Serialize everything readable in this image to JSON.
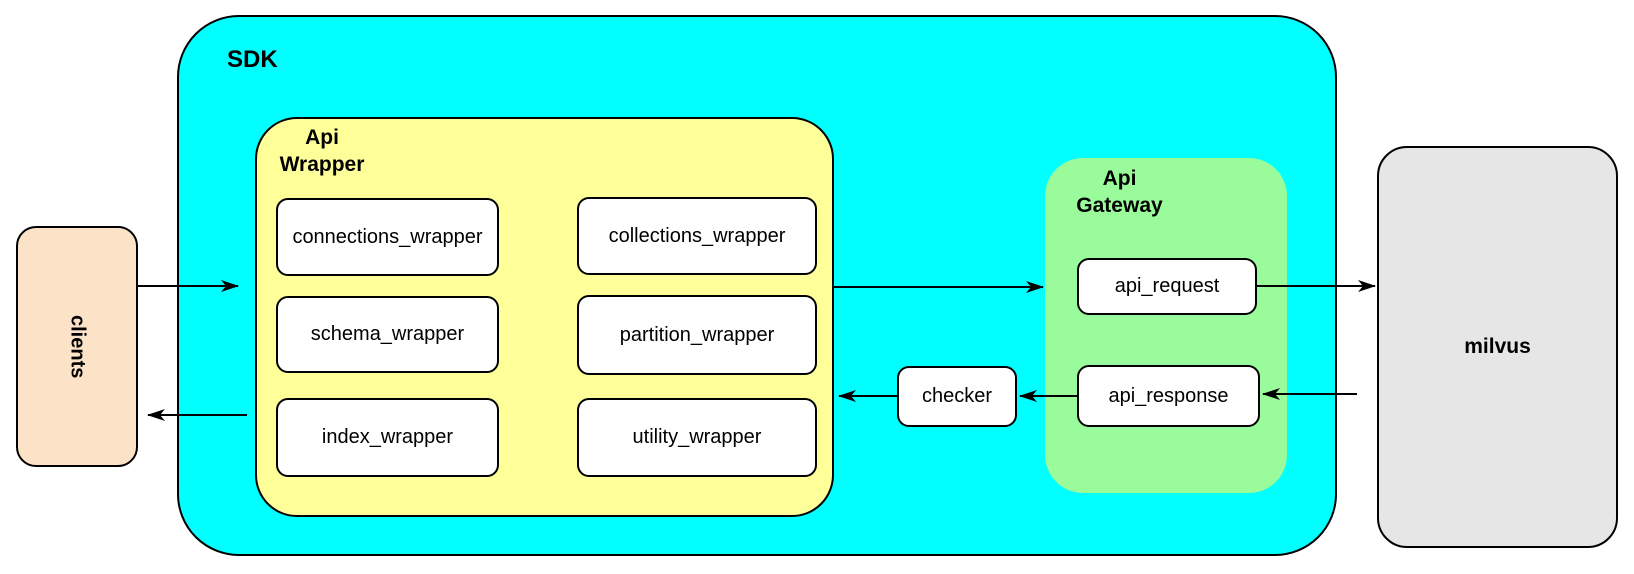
{
  "colors": {
    "sdk": "#00FFFF",
    "api_wrapper": "#FFFF99",
    "api_gateway": "#99FB99",
    "clients": "#FCE2C6",
    "milvus": "#E6E6E6",
    "leaf_box": "#FFFFFF",
    "line": "#000000"
  },
  "nodes": {
    "clients": "clients",
    "sdk": "SDK",
    "api_wrapper": "Api\nWrapper",
    "wrappers": [
      "connections_wrapper",
      "collections_wrapper",
      "schema_wrapper",
      "partition_wrapper",
      "index_wrapper",
      "utility_wrapper"
    ],
    "api_gateway": "Api\nGateway",
    "api_request": "api_request",
    "api_response": "api_response",
    "checker": "checker",
    "milvus": "milvus"
  },
  "edges": [
    {
      "from": "clients",
      "to": "sdk",
      "direction": "right"
    },
    {
      "from": "sdk",
      "to": "clients",
      "direction": "left"
    },
    {
      "from": "api_wrapper",
      "to": "api_gateway",
      "direction": "right"
    },
    {
      "from": "api_request",
      "to": "milvus",
      "direction": "right"
    },
    {
      "from": "milvus",
      "to": "api_response",
      "direction": "left"
    },
    {
      "from": "api_response",
      "to": "checker",
      "direction": "left"
    },
    {
      "from": "checker",
      "to": "api_wrapper",
      "direction": "left"
    }
  ]
}
